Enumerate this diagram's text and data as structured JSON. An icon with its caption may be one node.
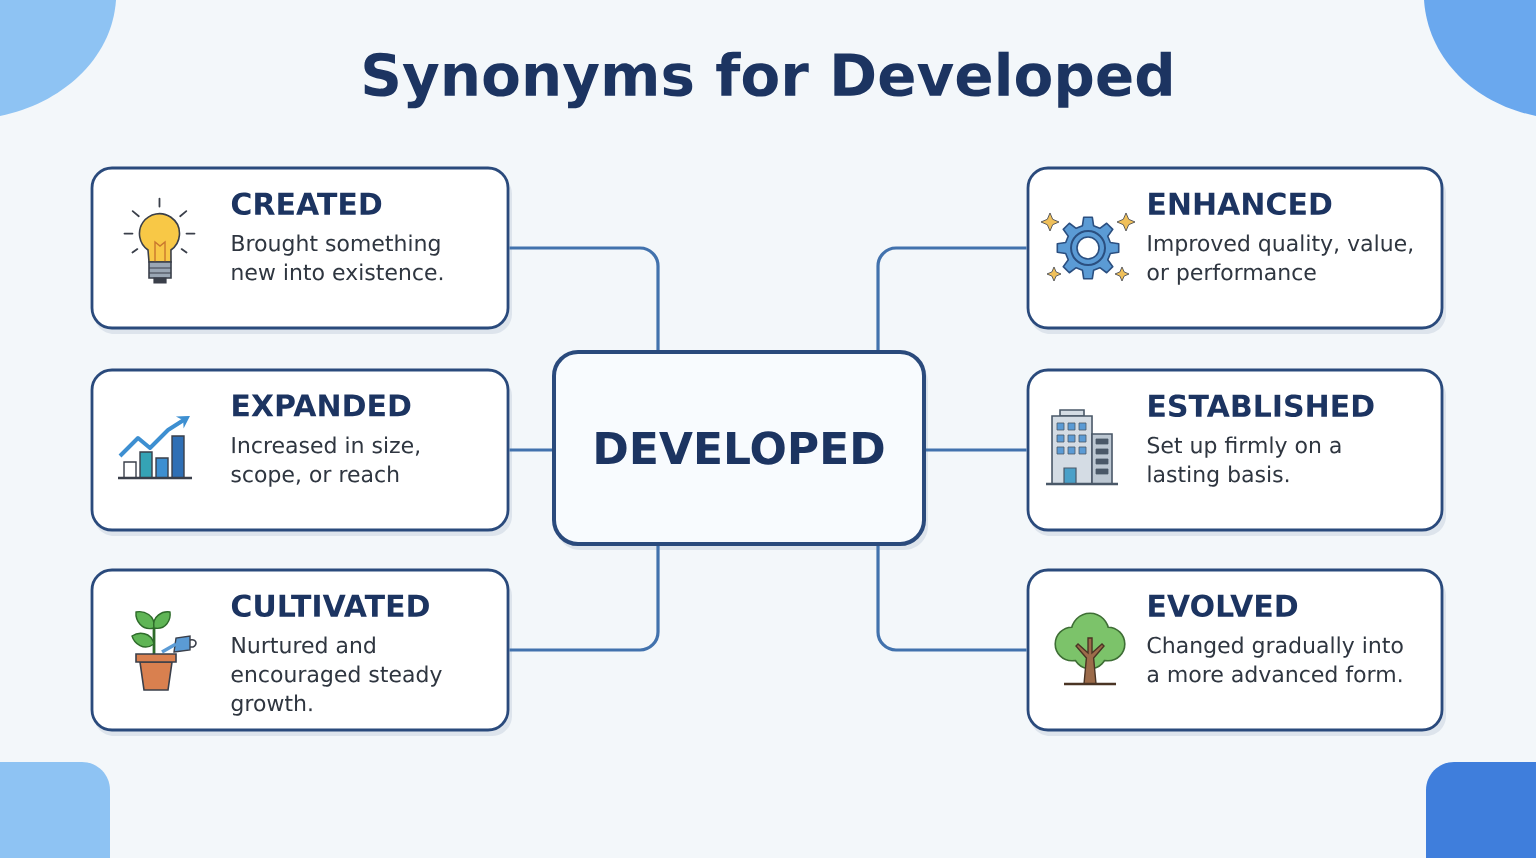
{
  "diagram": {
    "title": "Synonyms for Developed",
    "nodes": [
      {
        "text": [
          "DEVELOPED"
        ]
      },
      {
        "text": [
          "CREATED",
          "Brought something new into existence."
        ]
      },
      {
        "text": [
          "EXPANDED",
          "Increased in size, scope, or reach"
        ]
      },
      {
        "text": [
          "CULTIVATED",
          "Nurtured and encouraged steady growth."
        ]
      },
      {
        "text": [
          "ENHANCED",
          "Improved quality, value, or performance"
        ]
      },
      {
        "text": [
          "ESTABLISHED",
          "Set up firmly on a lasting basis."
        ]
      },
      {
        "text": [
          "EVOLVED",
          "Changed gradually into a more advanced form."
        ]
      }
    ],
    "edges": [
      {
        "from": 0,
        "to": 1,
        "arrow": "none"
      },
      {
        "from": 0,
        "to": 2,
        "arrow": "none"
      },
      {
        "from": 0,
        "to": 3,
        "arrow": "none"
      },
      {
        "from": 0,
        "to": 4,
        "arrow": "none"
      },
      {
        "from": 0,
        "to": 5,
        "arrow": "none"
      },
      {
        "from": 0,
        "to": 6,
        "arrow": "none"
      }
    ]
  }
}
